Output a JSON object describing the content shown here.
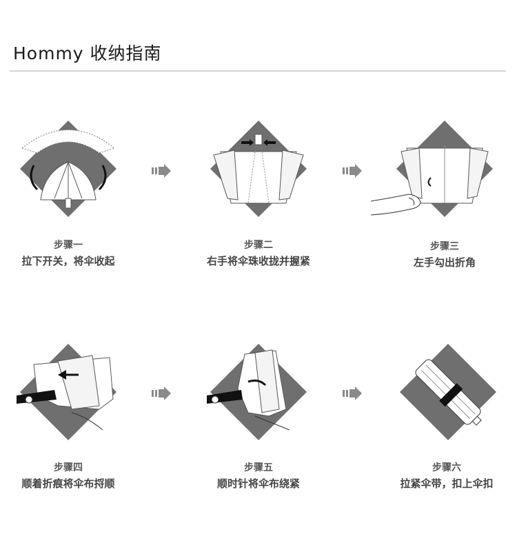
{
  "title": "Hommy 收纳指南",
  "steps": [
    {
      "title": "步骤一",
      "desc": "拉下开关，将伞收起"
    },
    {
      "title": "步骤二",
      "desc": "右手将伞珠收拢并握紧"
    },
    {
      "title": "步骤三",
      "desc": "左手勾出折角"
    },
    {
      "title": "步骤四",
      "desc": "顺着折痕将伞布捋顺"
    },
    {
      "title": "步骤五",
      "desc": "顺时针将伞布绕紧"
    },
    {
      "title": "步骤六",
      "desc": "拉紧伞带，扣上伞扣"
    }
  ],
  "colors": {
    "diamond": "#6f6f6f",
    "arrow": "#8a8a8a",
    "rule": "#d4d4d4"
  }
}
